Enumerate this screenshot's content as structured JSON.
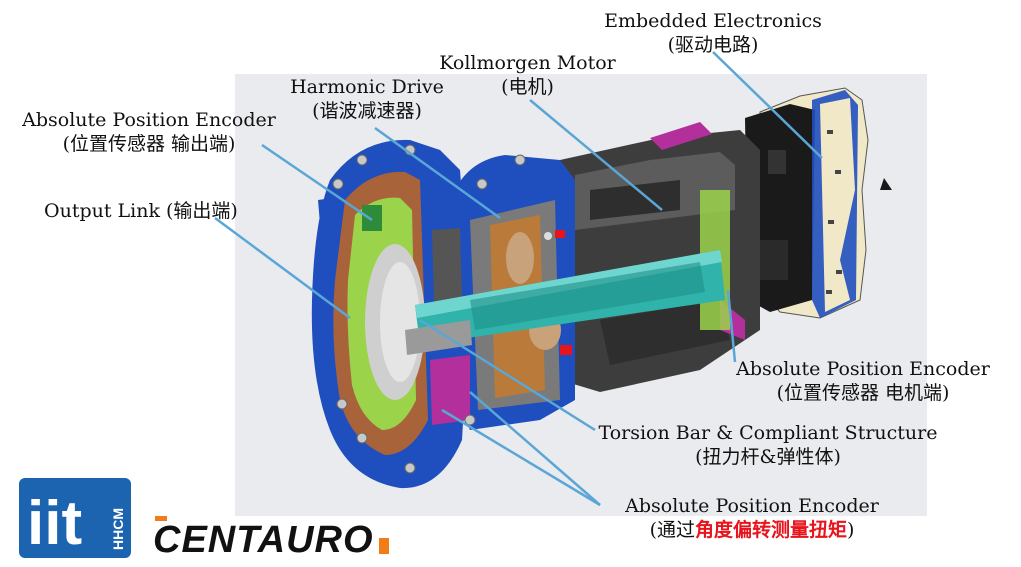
{
  "labels": {
    "embedded_electronics": {
      "en": "Embedded Electronics",
      "cn": "(驱动电路)"
    },
    "kollmorgen_motor": {
      "en": "Kollmorgen Motor",
      "cn": "(电机)"
    },
    "harmonic_drive": {
      "en": "Harmonic Drive",
      "cn": "(谐波减速器)"
    },
    "encoder_output": {
      "en": "Absolute Position Encoder",
      "cn": "(位置传感器 输出端)"
    },
    "output_link": {
      "en": "Output Link (输出端)"
    },
    "encoder_motor": {
      "en": "Absolute Position Encoder",
      "cn": "(位置传感器 电机端)"
    },
    "torsion_bar": {
      "en": "Torsion Bar & Compliant Structure",
      "cn": "(扭力杆&弹性体)"
    },
    "encoder_torque": {
      "en": "Absolute Position Encoder",
      "cn_open": "(通过",
      "cn_highlight": "角度偏转测量扭矩",
      "cn_close": ")"
    }
  },
  "logos": {
    "iit": {
      "text": "iit",
      "sub": "HHCM"
    },
    "centauro": {
      "text": "CENTAURO"
    }
  },
  "colors": {
    "leader": "#5aa6d6",
    "housing_blue": "#1f4fbf",
    "dark_gray": "#3a3a3a",
    "mid_gray": "#8a8a8a",
    "teal": "#2fb3ab",
    "green": "#9bd44a",
    "bronze": "#b97a3a",
    "magenta": "#b3309c",
    "cream": "#f1e8c8",
    "logo_blue": "#1c64b0",
    "logo_orange": "#f07c1a",
    "highlight_red": "#e8141c"
  }
}
